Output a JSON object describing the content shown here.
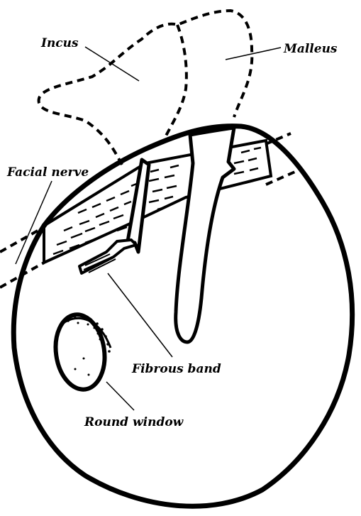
{
  "labels": {
    "incus": "Incus",
    "malleus": "Malleus",
    "facial_nerve": "Facial nerve",
    "fibrous_band": "Fibrous band",
    "round_window": "Round window"
  },
  "colors": {
    "ink": "#000000",
    "paper": "#ffffff"
  }
}
